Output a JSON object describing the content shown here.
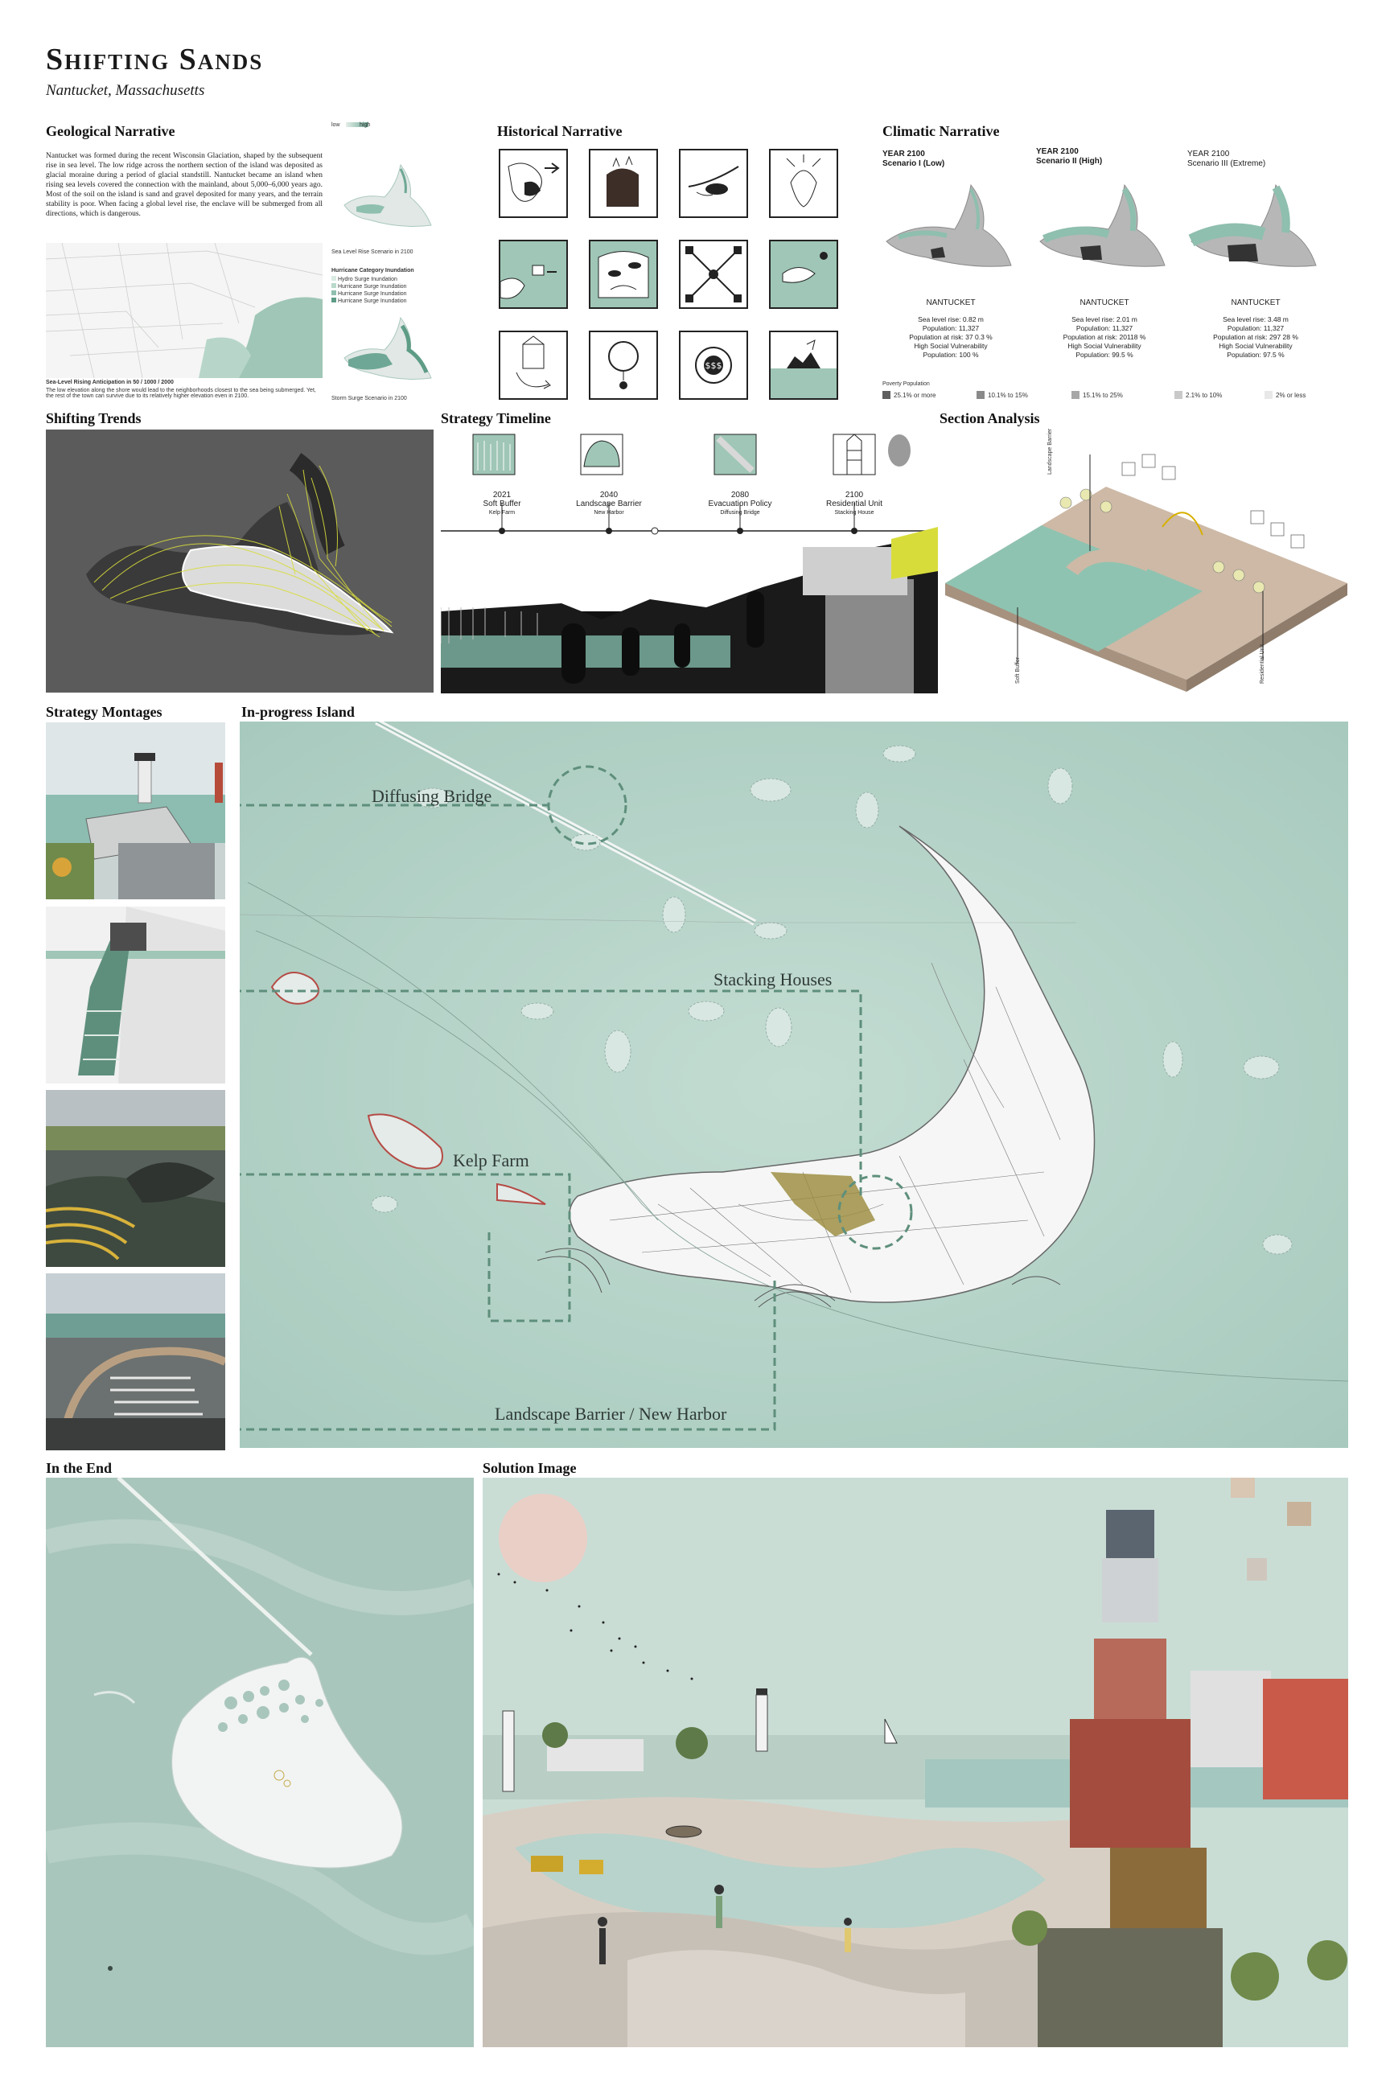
{
  "header": {
    "title": "Shifting Sands",
    "subtitle": "Nantucket, Massachusetts"
  },
  "geological": {
    "heading": "Geological Narrative",
    "body": "Nantucket was formed during the recent Wisconsin Glaciation, shaped by the subsequent rise in sea level. The low ridge across the northern section of the island was deposited as glacial moraine during a period of glacial standstill. Nantucket became an island when rising sea levels covered the connection with the mainland, about 5,000–6,000 years ago. Most of the soil on the island is sand and gravel deposited for many years, and the terrain stability is poor. When facing a global level rise, the enclave will be submerged from all directions, which is dangerous.",
    "map_caption_1": "Sea-Level Rising Anticipation in 50 / 1000 / 2000",
    "map_caption_2": "The low elevation along the shore would lead to the neighborhoods closest to the sea being submerged. Yet, the rest of the town can survive due to its relatively higher elevation even in 2100.",
    "scale_low": "low",
    "scale_high": "high",
    "slr_caption": "Sea Level Rise Scenario in 2100",
    "storm_caption": "Storm Surge Scenario in 2100",
    "storm_legend_title": "Hurricane Category Inundation",
    "storm_legend": [
      "Hydro Surge Inundation",
      "Hurricane Surge Inundation",
      "Hurricane Surge Inundation",
      "Hurricane Surge Inundation"
    ]
  },
  "historical": {
    "heading": "Historical Narrative"
  },
  "climatic": {
    "heading": "Climatic Narrative",
    "scenarios": [
      {
        "year": "YEAR 2100",
        "name": "Scenario I (Low)",
        "place": "NANTUCKET",
        "stats": [
          "Sea level rise: 0.82 m",
          "Population: 11,327",
          "Population at risk: 37 0.3 %",
          "High Social Vulnerability",
          "Population: 100 %"
        ]
      },
      {
        "year": "YEAR 2100",
        "name": "Scenario II (High)",
        "place": "NANTUCKET",
        "stats": [
          "Sea level rise: 2.01 m",
          "Population: 11,327",
          "Population at risk: 20118 %",
          "High Social Vulnerability",
          "Population: 99.5 %"
        ]
      },
      {
        "year": "YEAR 2100",
        "name": "Scenario III (Extreme)",
        "place": "NANTUCKET",
        "stats": [
          "Sea level rise: 3.48 m",
          "Population: 11,327",
          "Population at risk: 297 28 %",
          "High Social Vulnerability",
          "Population: 97.5 %"
        ]
      }
    ],
    "poverty_title": "Poverty Population",
    "poverty_legend": [
      {
        "label": "25.1% or more",
        "color": "#5f5f5f"
      },
      {
        "label": "10.1% to 15%",
        "color": "#8a8a8a"
      },
      {
        "label": "15.1% to 25%",
        "color": "#a7a7a7"
      },
      {
        "label": "2.1% to 10%",
        "color": "#c9c9c9"
      },
      {
        "label": "2% or less",
        "color": "#e8e8e8"
      }
    ]
  },
  "trends": {
    "heading": "Shifting Trends"
  },
  "timeline": {
    "heading": "Strategy Timeline",
    "items": [
      {
        "year": "2021",
        "name": "Soft Buffer",
        "sub": "Kelp Farm"
      },
      {
        "year": "2040",
        "name": "Landscape Barrier",
        "sub": "New Harbor"
      },
      {
        "year": "2080",
        "name": "Evacuation Policy",
        "sub": "Diffusing Bridge"
      },
      {
        "year": "2100",
        "name": "Residential Unit",
        "sub": "Stacking House"
      }
    ]
  },
  "section": {
    "heading": "Section Analysis",
    "labels": [
      "Landscape Barrier",
      "Soft Buffer",
      "Residential Unit"
    ]
  },
  "montages": {
    "heading": "Strategy Montages"
  },
  "island": {
    "heading": "In-progress Island",
    "labels": [
      "Diffusing Bridge",
      "Stacking Houses",
      "Kelp Farm",
      "Landscape Barrier / New Harbor"
    ]
  },
  "end": {
    "heading": "In the End"
  },
  "solution": {
    "heading": "Solution Image"
  },
  "colors": {
    "sea": "#b6d3c9",
    "sea_dark": "#8fb9aa",
    "accent_green": "#5e8f7c",
    "trend_yellow": "#d8dc3a"
  }
}
